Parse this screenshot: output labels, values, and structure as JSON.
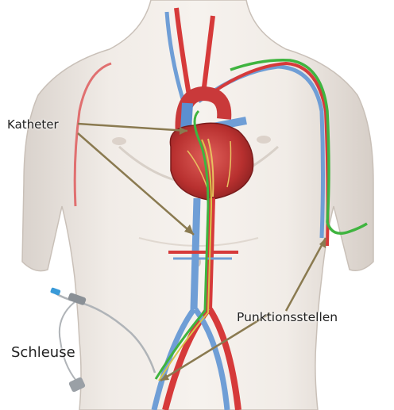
{
  "labels": {
    "katheter": "Katheter",
    "punktionsstellen": "Punktionsstellen",
    "schleuse": "Schleuse"
  },
  "colors": {
    "skin": "#ece7e2",
    "skin_shadow": "#cfc7c0",
    "artery": "#d63a3a",
    "vein": "#6f9ed6",
    "catheter_green": "#3fb43f",
    "catheter_yellow": "#d8c64a",
    "heart": "#c9393a",
    "pointer": "#8a7a50"
  }
}
